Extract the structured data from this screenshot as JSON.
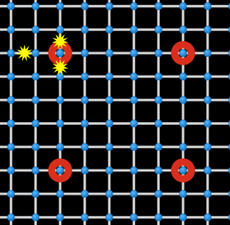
{
  "board": {
    "columns": 10,
    "rows": 10,
    "background_color": "#000000",
    "line_color": "#d9d9d9",
    "node_color": "#1a86d6",
    "rings": [
      {
        "col": 2,
        "row": 2,
        "color": "#d82f1c"
      },
      {
        "col": 7,
        "row": 2,
        "color": "#d82f1c"
      },
      {
        "col": 2,
        "row": 7,
        "color": "#d82f1c"
      },
      {
        "col": 7,
        "row": 7,
        "color": "#d82f1c"
      }
    ],
    "sparks": [
      {
        "col": 2,
        "row": 1.5,
        "color": "#ffff00"
      },
      {
        "col": 0.55,
        "row": 2,
        "color": "#ffff00"
      },
      {
        "col": 2,
        "row": 2.6,
        "color": "#ffff00"
      }
    ]
  }
}
